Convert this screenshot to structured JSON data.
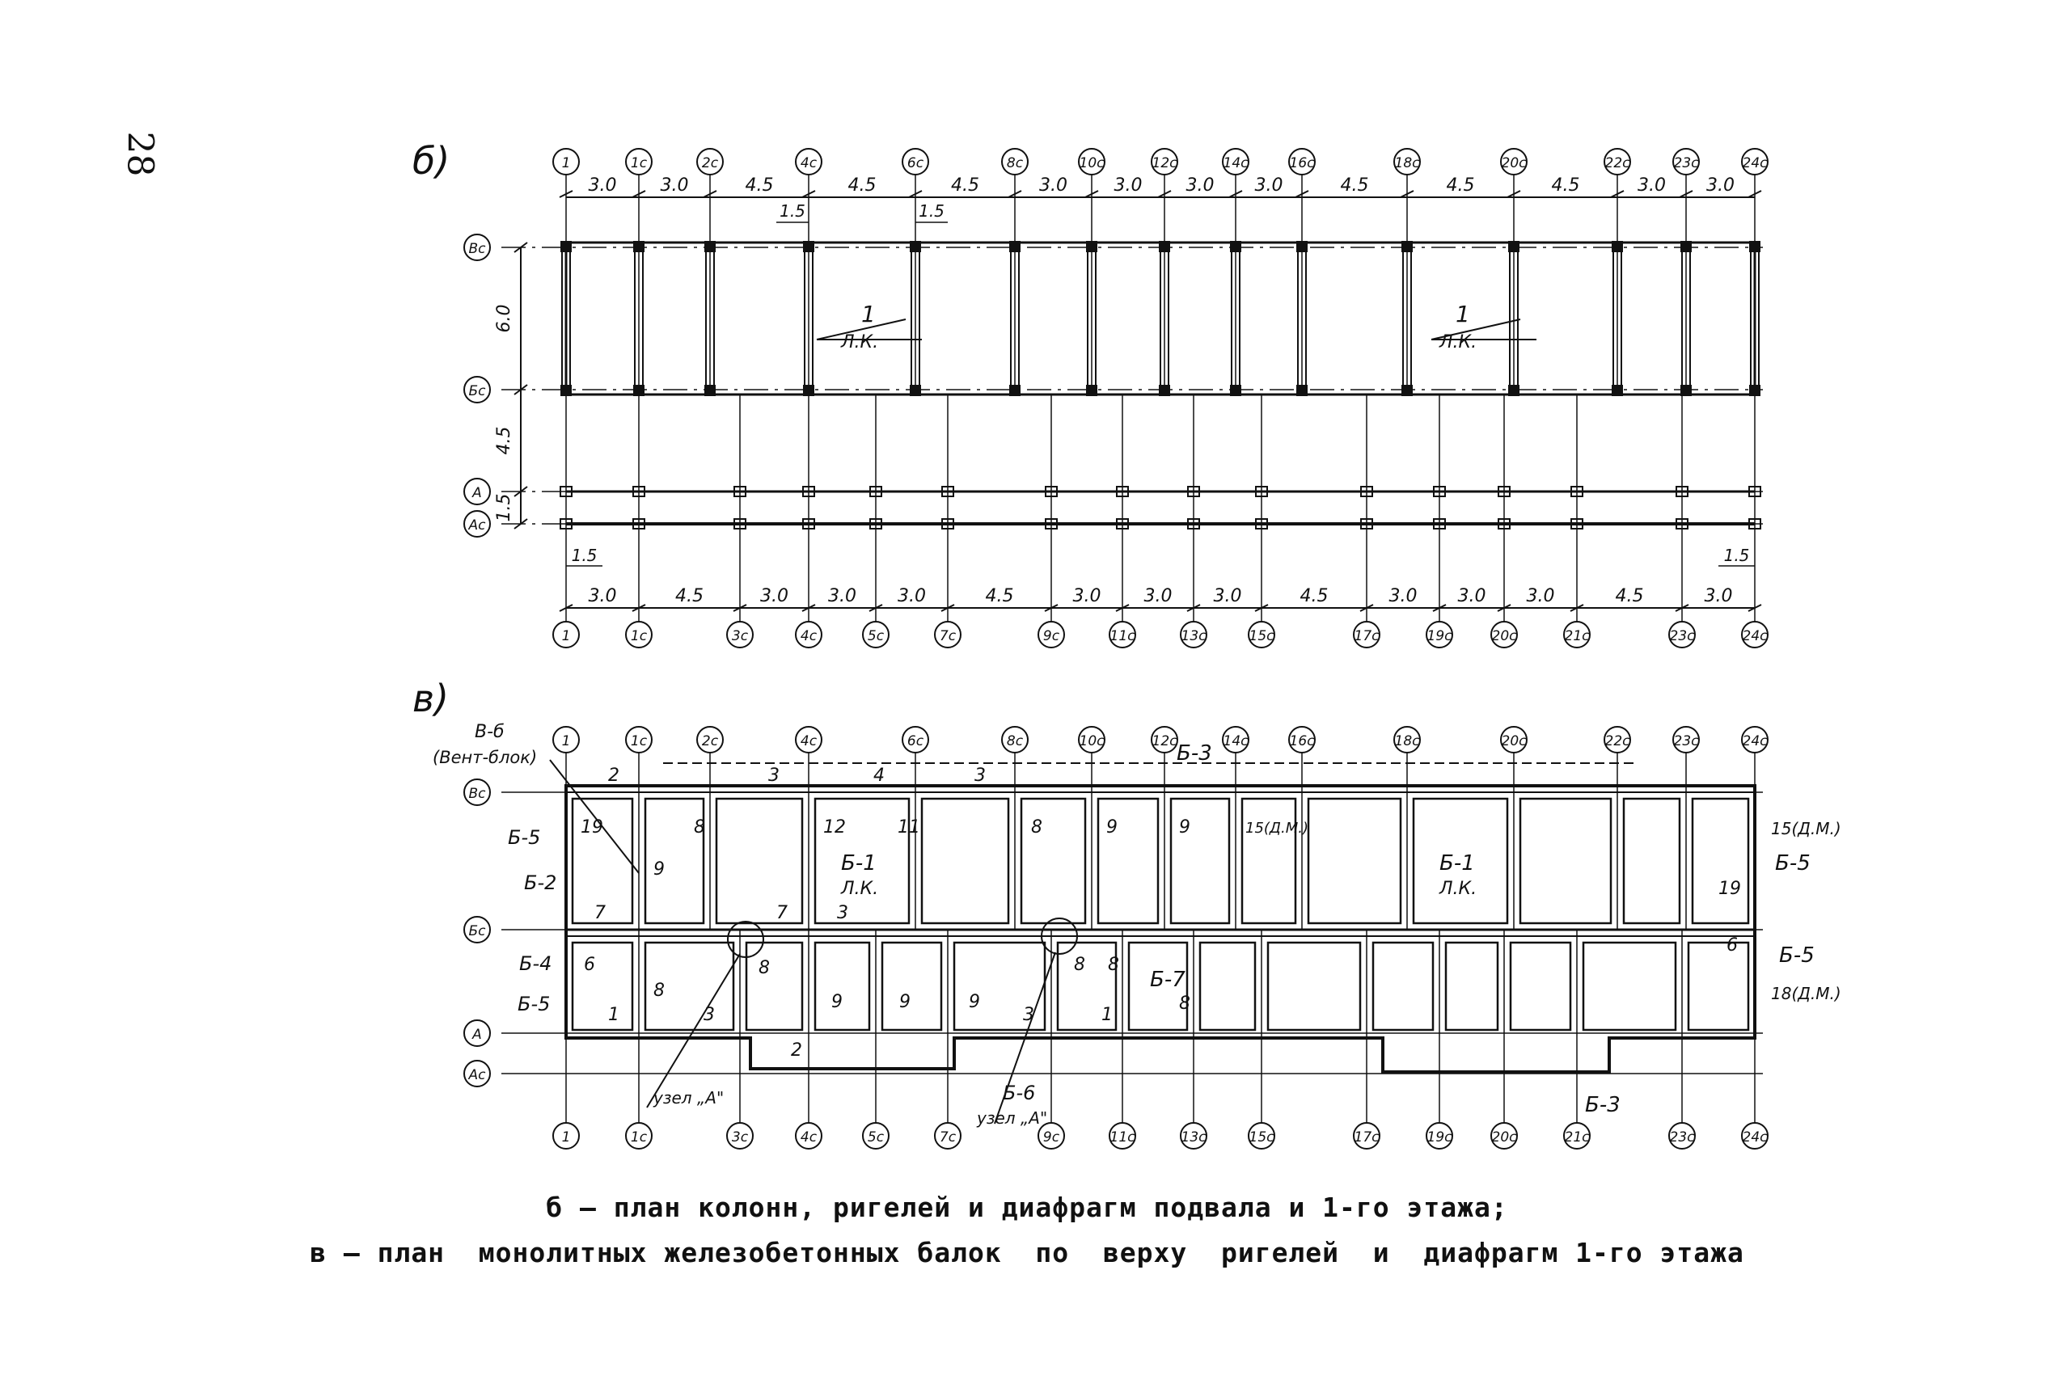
{
  "page_number": "28",
  "captions": {
    "line1": "б – план колонн, ригелей и диафрагм подвала и 1-го этажа;",
    "line2": "в – план  монолитных железобетонных балок  по  верху  ригелей  и  диафрагм 1-го этажа"
  },
  "plan_b": {
    "label": "б)",
    "top_axes": [
      "1",
      "1c",
      "2c",
      "4c",
      "6c",
      "8c",
      "10c",
      "12c",
      "14c",
      "16c",
      "18c",
      "20c",
      "22c",
      "23c",
      "24c"
    ],
    "top_dims": [
      "3.0",
      "3.0",
      "4.5",
      "4.5",
      "4.5",
      "3.0",
      "3.0",
      "3.0",
      "3.0",
      "4.5",
      "4.5",
      "4.5",
      "3.0",
      "3.0"
    ],
    "top_sub_dim": "1.5",
    "bottom_axes": [
      "1",
      "1c",
      "3c",
      "4c",
      "5c",
      "7c",
      "9c",
      "11c",
      "13c",
      "15c",
      "17c",
      "19c",
      "20c",
      "21c",
      "23c",
      "24c"
    ],
    "bottom_dims": [
      "3.0",
      "4.5",
      "3.0",
      "3.0",
      "3.0",
      "4.5",
      "3.0",
      "3.0",
      "3.0",
      "4.5",
      "3.0",
      "3.0",
      "3.0",
      "4.5",
      "3.0"
    ],
    "bottom_sub_dim": "1.5",
    "row_axes": [
      "Вс",
      "Бс",
      "А",
      "Ас"
    ],
    "row_dims": [
      "6.0",
      "4.5",
      "1.5"
    ],
    "callout_num": "1",
    "callout_text": "Л.К."
  },
  "plan_v": {
    "label": "в)",
    "top_axes": [
      "1",
      "1c",
      "2c",
      "4c",
      "6c",
      "8c",
      "10c",
      "12c",
      "14c",
      "16c",
      "18c",
      "20c",
      "22c",
      "23c",
      "24c"
    ],
    "bottom_axes": [
      "1",
      "1c",
      "3c",
      "4c",
      "5c",
      "7c",
      "9c",
      "11c",
      "13c",
      "15c",
      "17c",
      "19c",
      "20c",
      "21c",
      "23c",
      "24c"
    ],
    "row_axes": [
      "Вс",
      "Бс",
      "А",
      "Ас"
    ],
    "vent_label": "В-б",
    "vent_label_sub": "(Вент-блок)",
    "beam_labels": {
      "b3_top": "Б-3",
      "b5_left": "Б-5",
      "b2_left": "Б-2",
      "b4_left": "Б-4",
      "b5_left_low": "Б-5",
      "b1_a": "Б-1",
      "b1_a_sub": "Л.К.",
      "b1_b": "Б-1",
      "b1_b_sub": "Л.К.",
      "b7": "Б-7",
      "b6": "Б-6",
      "b5_right": "Б-5",
      "b5_right_low": "Б-5",
      "b3_bottom": "Б-3",
      "node_a_1": "узел „А\"",
      "node_a_2": "узел „А\"",
      "r15_top": "15(Д.М.)",
      "r15_mid": "15(Д.М.)",
      "r18": "18(Д.М.)"
    },
    "marks": {
      "m2_top": "2",
      "m3_top": "3",
      "m4_top": "4",
      "m3b_top": "3",
      "m19": "19",
      "m9_a": "9",
      "m8_a": "8",
      "m12": "12",
      "m11": "11",
      "m8_b": "8",
      "m9_b": "9",
      "m9_c": "9",
      "m7_a": "7",
      "m7_b": "7",
      "m3_mid": "3",
      "m6": "6",
      "m8_c": "8",
      "m8_d": "8",
      "m9_d": "9",
      "m9_e": "9",
      "m9_f": "9",
      "m8_e": "8",
      "m8_f": "8",
      "m8_g": "8",
      "m1_a": "1",
      "m3_low": "3",
      "m2_low": "2",
      "m3_low_b": "3",
      "m1_b": "1",
      "m19_r": "19",
      "m6_r": "6"
    }
  }
}
